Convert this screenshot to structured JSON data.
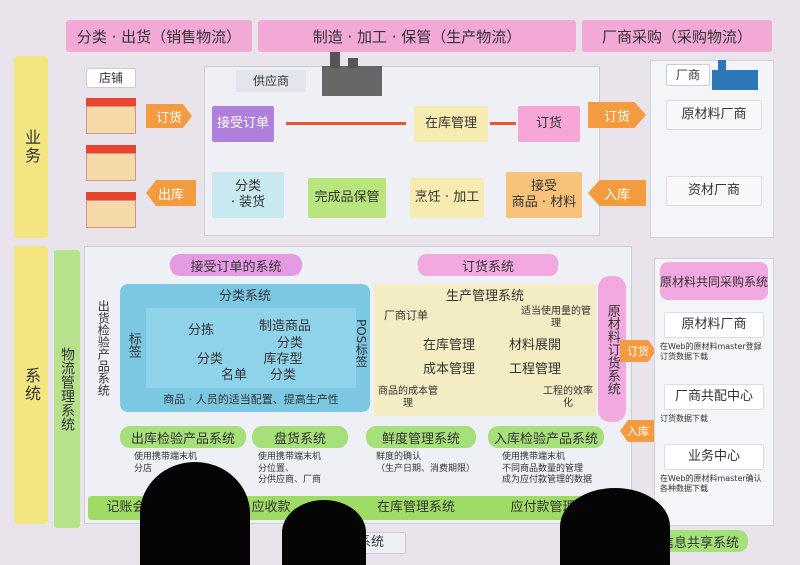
{
  "headers": {
    "sales": "分类 · 出货（销售物流）",
    "production": "制造 · 加工 · 保管（生产物流）",
    "procurement": "厂商采购（采购物流）"
  },
  "rows": {
    "business": "业务",
    "system": "系统",
    "logistics": "物流管理系统"
  },
  "business": {
    "store_label": "店铺",
    "supplier_label": "供应商",
    "manufacturer_label": "厂商",
    "order_arrow": "订货",
    "accept_order": "接受订单",
    "inventory": "在库管理",
    "order": "订货",
    "order_arrow2": "订货",
    "raw_material_mfr": "原材料厂商",
    "material_mfr": "资材厂商",
    "outbound_arrow": "出库",
    "sort_pack": "分类\n· 装货",
    "finished_storage": "完成品保管",
    "cook_process": "烹饪 · 加工",
    "receive_goods": "接受\n商品 · 材料",
    "inbound_arrow": "入库"
  },
  "system": {
    "accept_order_sys": "接受订单的系统",
    "order_sys": "订货系统",
    "ship_inspect": "出货检验产品系统",
    "label": "标签",
    "sort_sys": "分类系统",
    "sorting": "分拣",
    "make_goods": "制造商品",
    "classify": "分类",
    "classify2": "分类",
    "name_list": "名单",
    "stock_type": "库存型",
    "classify3": "分类",
    "staff_note": "商品 · 人员的适当配置、提高生产性",
    "pos_label": "POS标签",
    "prod_mgmt": "生产管理系统",
    "mfr_order": "厂商订单",
    "proper_use": "适当使用量的管理",
    "inv_mgmt": "在库管理",
    "material_expand": "材料展開",
    "cost_mgmt": "成本管理",
    "process_mgmt": "工程管理",
    "goods_cost": "商品的成本管理",
    "process_eff": "工程的效率化",
    "raw_order_sys": "原材料订货系统",
    "order_side": "订货",
    "inbound_side": "入库",
    "out_inspect_sys": "出库检验产品系统",
    "stocktake_sys": "盘货系统",
    "fresh_sys": "鲜度管理系统",
    "in_inspect_sys": "入库检验产品系统",
    "out_inspect_notes": [
      "使用携带端末机",
      "分店"
    ],
    "stocktake_notes": [
      "使用携带端末机",
      "分位置、",
      "分供应商、厂商"
    ],
    "fresh_notes": [
      "鲜度的确认",
      "（生产日期、消费期限）"
    ],
    "in_inspect_notes": [
      "使用携带端末机",
      "不同商品数量的管理",
      "成为应付款管理的数据"
    ],
    "bookkeeping": "记账会",
    "receivable": "应收款",
    "inventory_sys": "在库管理系统",
    "payable": "应付款管理系统",
    "bottom_sys": "系统"
  },
  "procurement": {
    "shared_sys": "原材料共同采购系统",
    "raw_mfr": "原材料厂商",
    "raw_notes": [
      "在Web的原材料master登録",
      "订货数据下载"
    ],
    "dist_center": "厂商共配中心",
    "dist_notes": [
      "订货数据下载"
    ],
    "biz_center": "业务中心",
    "biz_notes": [
      "在Web的原材料master确认",
      "各种数据下载"
    ],
    "info_share": "信息共享系统"
  }
}
